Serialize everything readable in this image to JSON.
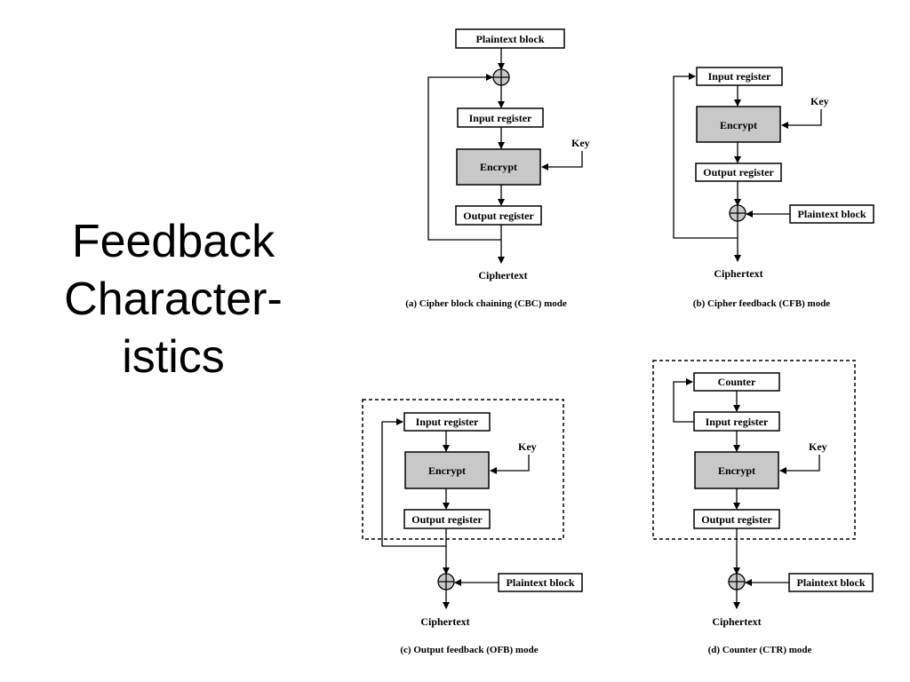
{
  "title_lines": [
    "Feedback",
    "Character-",
    "istics"
  ],
  "labels": {
    "plaintext_block": "Plaintext block",
    "input_register": "Input register",
    "output_register": "Output register",
    "encrypt": "Encrypt",
    "key": "Key",
    "ciphertext": "Ciphertext",
    "counter": "Counter"
  },
  "captions": {
    "cbc": "(a)  Cipher block chaining (CBC) mode",
    "cfb": "(b)  Cipher feedback (CFB) mode",
    "ofb": "(c)  Output feedback (OFB) mode",
    "ctr": "(d)  Counter (CTR) mode"
  },
  "colors": {
    "encrypt_fill": "#c8c8c8",
    "line": "#000000"
  }
}
